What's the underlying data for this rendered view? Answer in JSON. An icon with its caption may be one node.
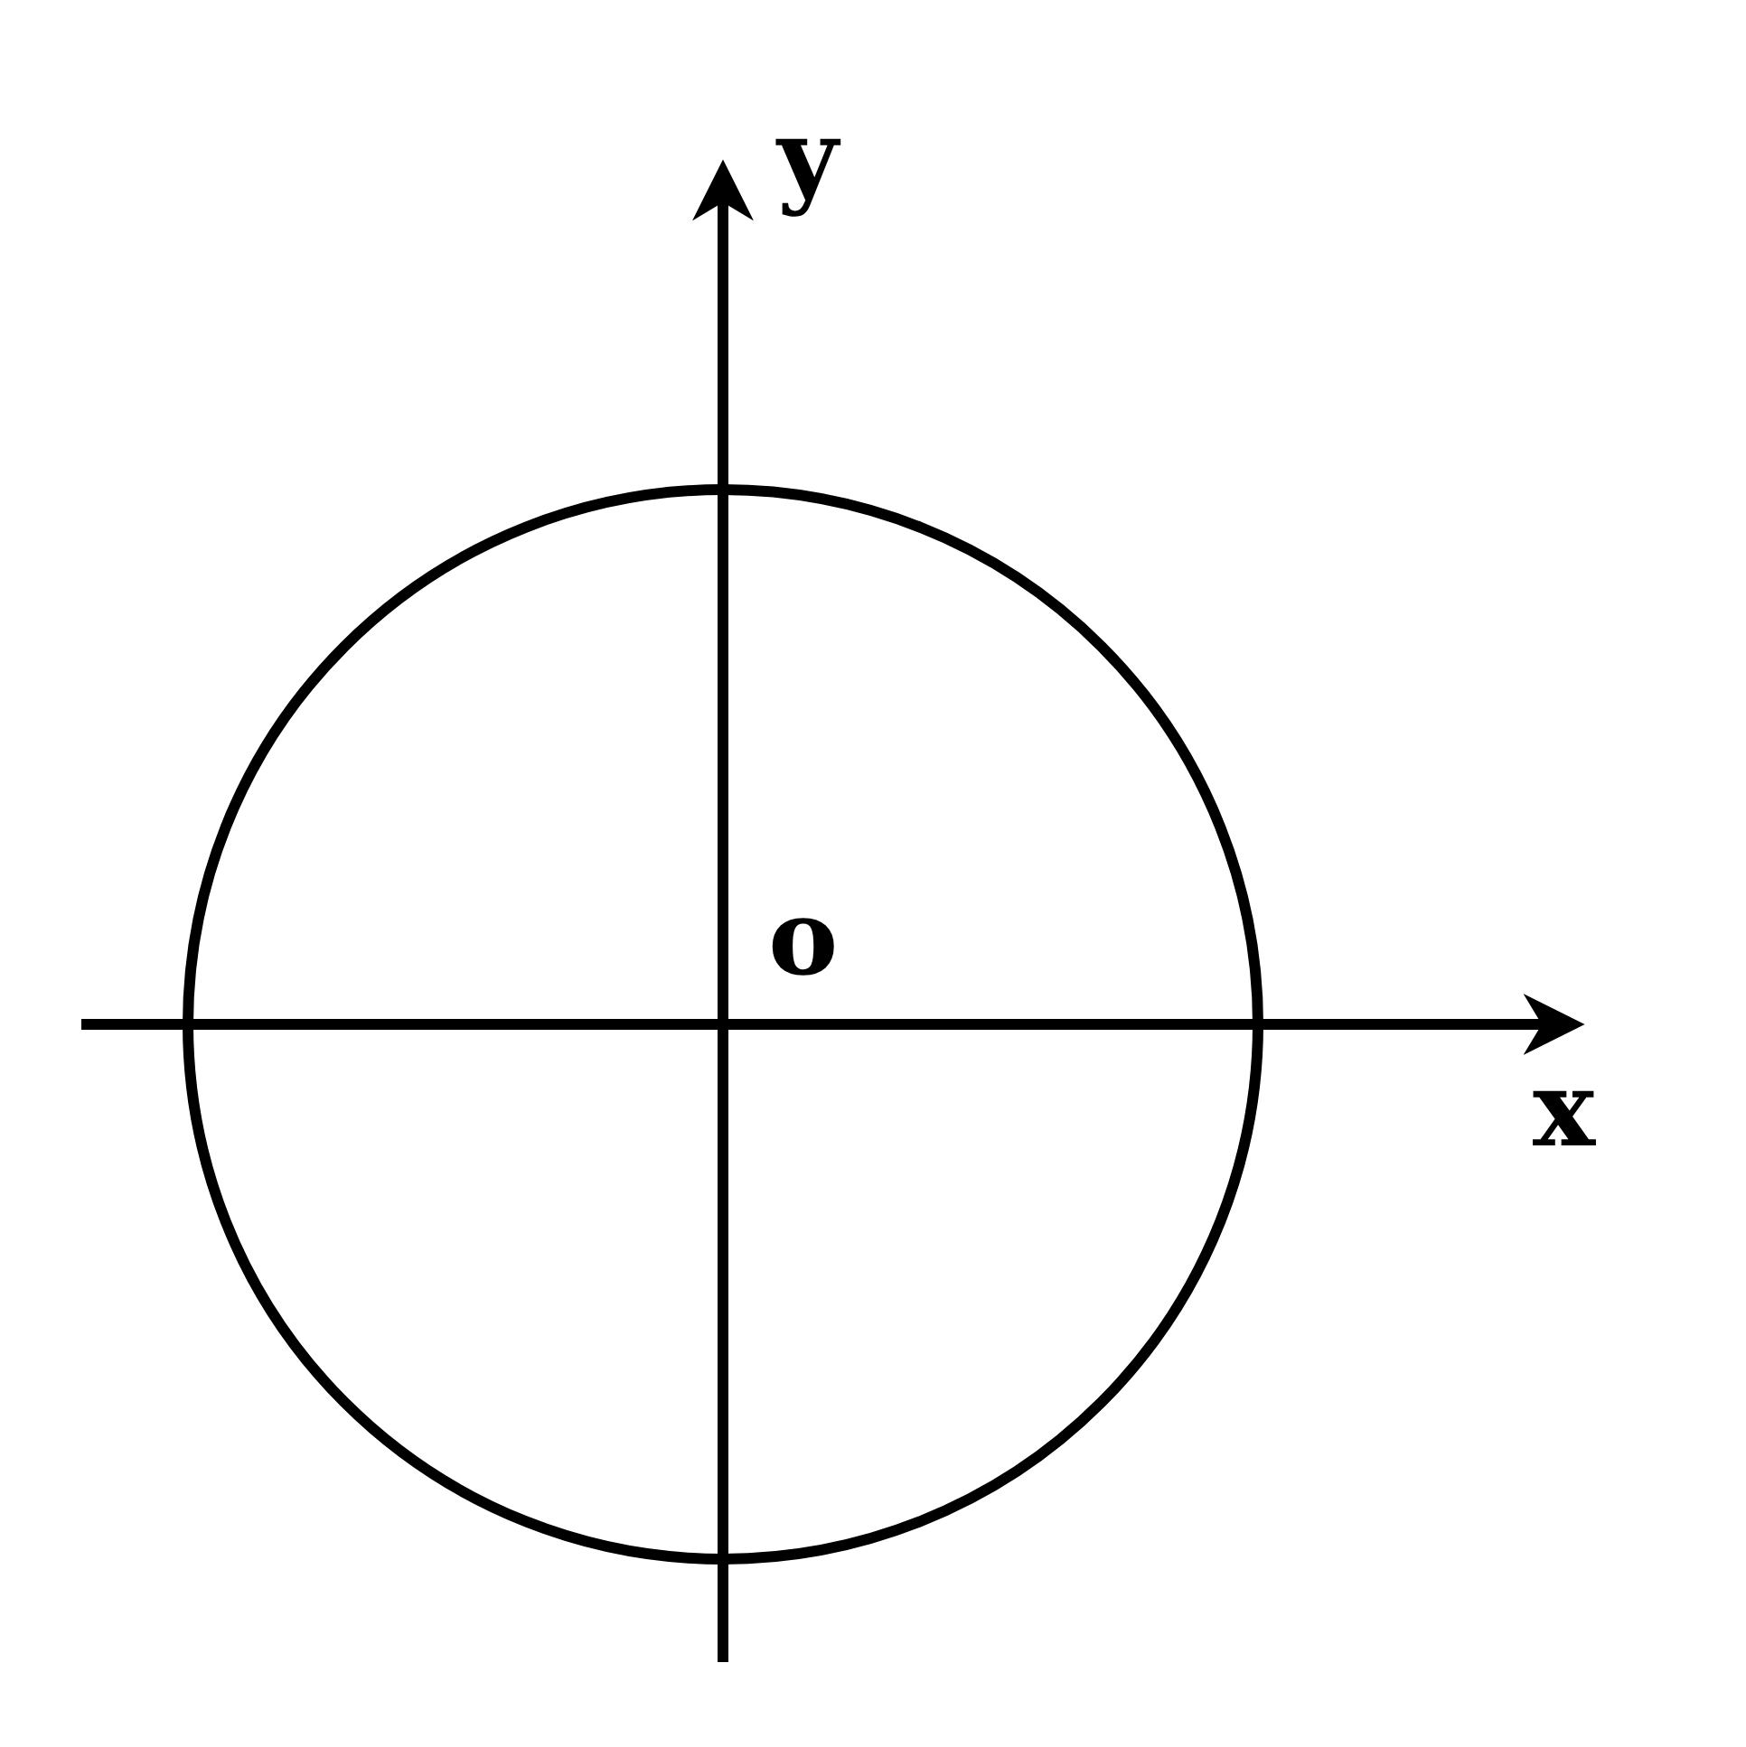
{
  "diagram": {
    "labels": [
      "y",
      "o",
      "x"
    ]
  }
}
